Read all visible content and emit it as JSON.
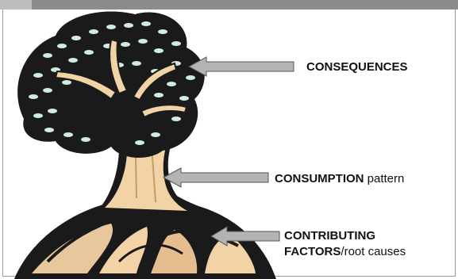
{
  "labels": {
    "consequences": "CONSEQUENCES",
    "consumption_bold": "CONSUMPTION",
    "consumption_rest": " pattern",
    "contributing_line1": "CONTRIBUTING",
    "contributing_line2_bold": "FACTORS",
    "contributing_line2_rest": "/root causes"
  },
  "colors": {
    "header_bar": "#8c8c8c",
    "arrow_fill": "#b3b3b3",
    "trunk": "#f1d3a6",
    "foliage_leaf": "#cfeee0",
    "outline": "#000000"
  }
}
